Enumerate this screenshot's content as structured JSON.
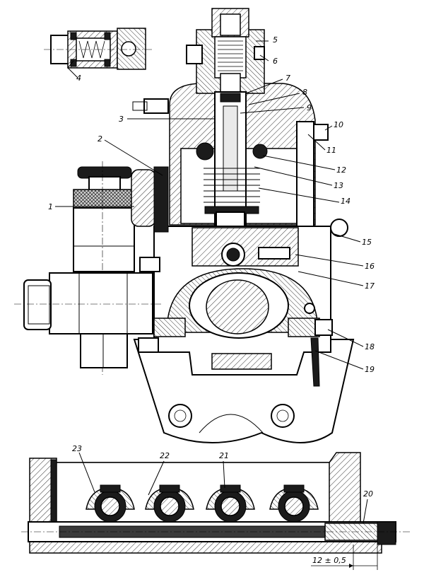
{
  "callouts": [
    {
      "num": "1"
    },
    {
      "num": "2"
    },
    {
      "num": "3"
    },
    {
      "num": "4"
    },
    {
      "num": "5"
    },
    {
      "num": "6"
    },
    {
      "num": "7"
    },
    {
      "num": "8"
    },
    {
      "num": "9"
    },
    {
      "num": "10"
    },
    {
      "num": "11"
    },
    {
      "num": "12"
    },
    {
      "num": "13"
    },
    {
      "num": "14"
    },
    {
      "num": "15"
    },
    {
      "num": "16"
    },
    {
      "num": "17"
    },
    {
      "num": "18"
    },
    {
      "num": "19"
    },
    {
      "num": "20"
    },
    {
      "num": "21"
    },
    {
      "num": "22"
    },
    {
      "num": "23"
    }
  ],
  "dimension": {
    "text": "12 ± 0,5"
  }
}
